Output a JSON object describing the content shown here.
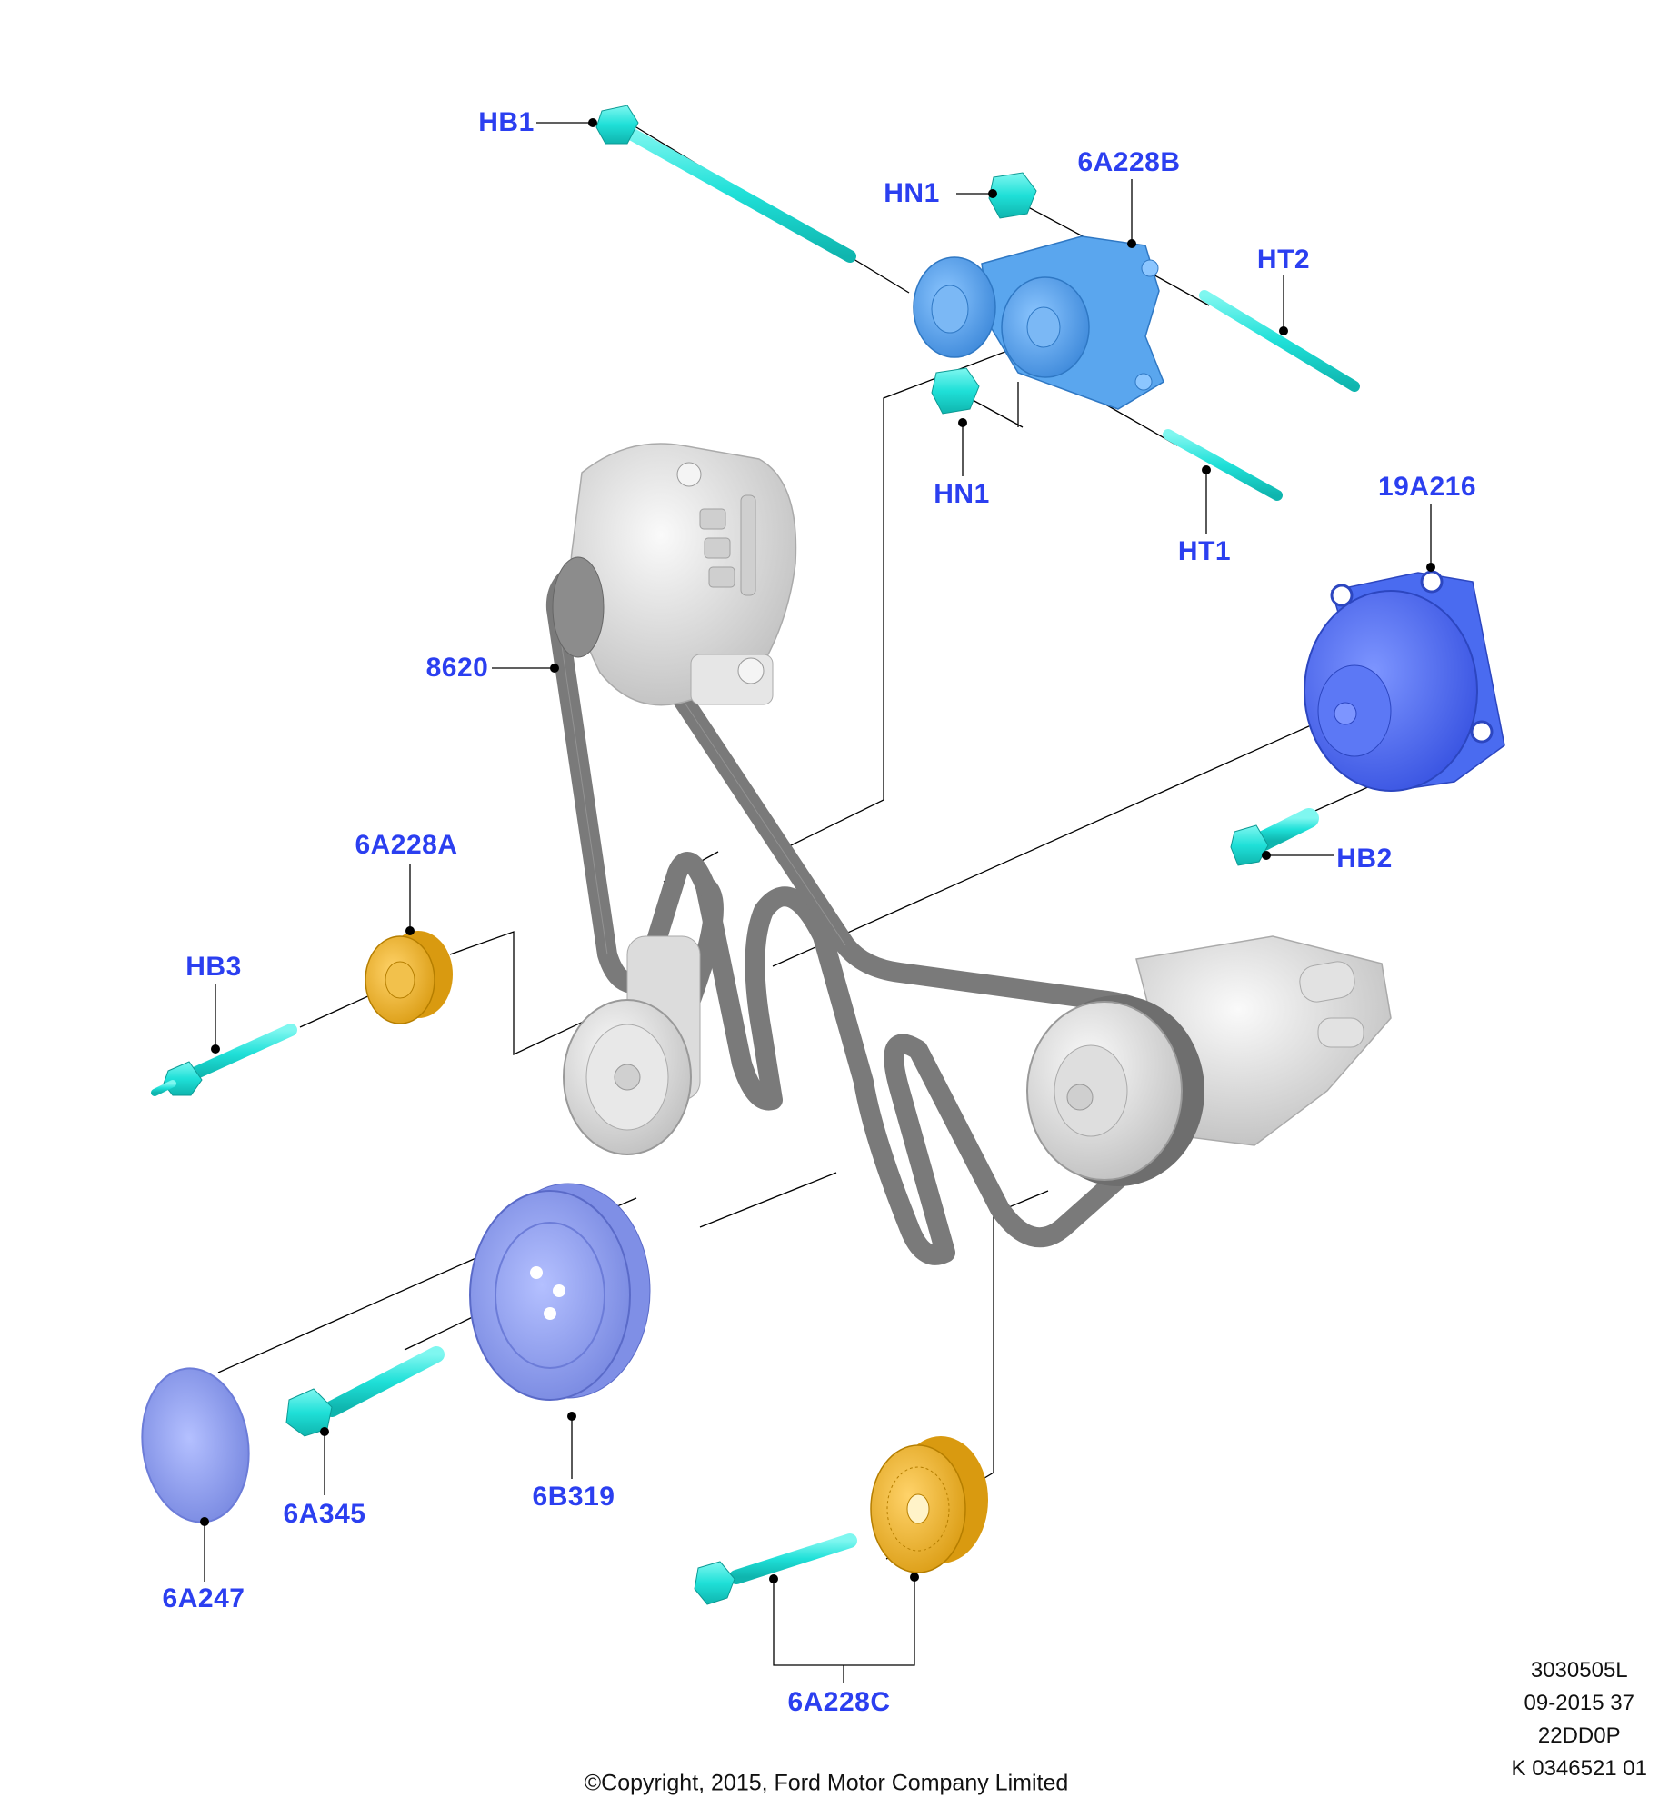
{
  "diagram": {
    "title": "Accessory drive exploded view",
    "colors": {
      "callout_text": "#2b3ff0",
      "fastener": "#1fe0d8",
      "tensioner": "#5aa6ee",
      "coolant_pump": "#4a6bf0",
      "crank_pulley": "#8a9af0",
      "idler_pulley": "#f0b520",
      "belt": "#7a7a7a",
      "aluminium_parts": "#d9d9d9",
      "leader_line": "#000000"
    },
    "callouts": [
      {
        "id": "HB1",
        "label": "HB1",
        "part": "bolt"
      },
      {
        "id": "HN1-top",
        "label": "HN1",
        "part": "nut"
      },
      {
        "id": "6A228B",
        "label": "6A228B",
        "part": "belt tensioner"
      },
      {
        "id": "HT2",
        "label": "HT2",
        "part": "stud"
      },
      {
        "id": "HN1-bottom",
        "label": "HN1",
        "part": "nut"
      },
      {
        "id": "HT1",
        "label": "HT1",
        "part": "stud"
      },
      {
        "id": "19A216",
        "label": "19A216",
        "part": "pump / clutch unit"
      },
      {
        "id": "8620",
        "label": "8620",
        "part": "drive belt"
      },
      {
        "id": "HB2",
        "label": "HB2",
        "part": "bolt"
      },
      {
        "id": "6A228A",
        "label": "6A228A",
        "part": "idler pulley"
      },
      {
        "id": "HB3",
        "label": "HB3",
        "part": "bolt"
      },
      {
        "id": "6A345",
        "label": "6A345",
        "part": "crankshaft pulley bolt"
      },
      {
        "id": "6B319",
        "label": "6B319",
        "part": "crankshaft pulley"
      },
      {
        "id": "6A247",
        "label": "6A247",
        "part": "cover"
      },
      {
        "id": "6A228C",
        "label": "6A228C",
        "part": "idler pulley with bolt"
      }
    ],
    "stamp": [
      "3030505L",
      "09-2015 37",
      "22DD0P",
      "K 0346521 01"
    ],
    "copyright": "©Copyright, 2015, Ford Motor Company Limited"
  }
}
